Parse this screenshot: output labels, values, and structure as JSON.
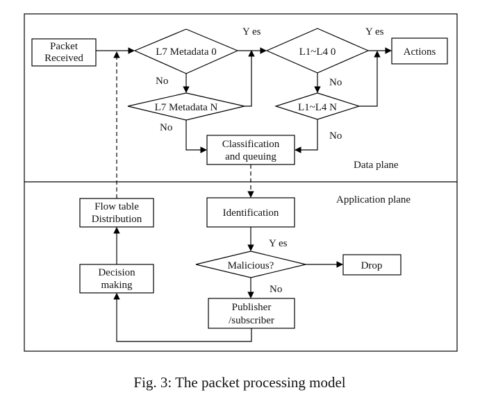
{
  "planes": {
    "data": "Data plane",
    "application": "Application plane"
  },
  "nodes": {
    "packet_received": [
      "Packet",
      "Received"
    ],
    "l7_metadata_0": "L7 Metadata 0",
    "l7_metadata_n": "L7 Metadata N",
    "l1_l4_0": "L1~L4 0",
    "l1_l4_n": "L1~L4 N",
    "actions": "Actions",
    "classification": [
      "Classification",
      "and queuing"
    ],
    "identification": "Identification",
    "flow_table": [
      "Flow table",
      "Distribution"
    ],
    "decision": [
      "Decision",
      "making"
    ],
    "malicious": "Malicious?",
    "drop": "Drop",
    "publisher": [
      "Publisher",
      "/subscriber"
    ]
  },
  "edge_labels": {
    "yes": "Y es",
    "yes2": "Y es",
    "no_l7": "No",
    "no_l7n": "No",
    "no_l14": "No",
    "no_l14n": "No",
    "yes_malicious": "Y es",
    "no_malicious": "No"
  },
  "caption": "Fig. 3: The packet processing model"
}
